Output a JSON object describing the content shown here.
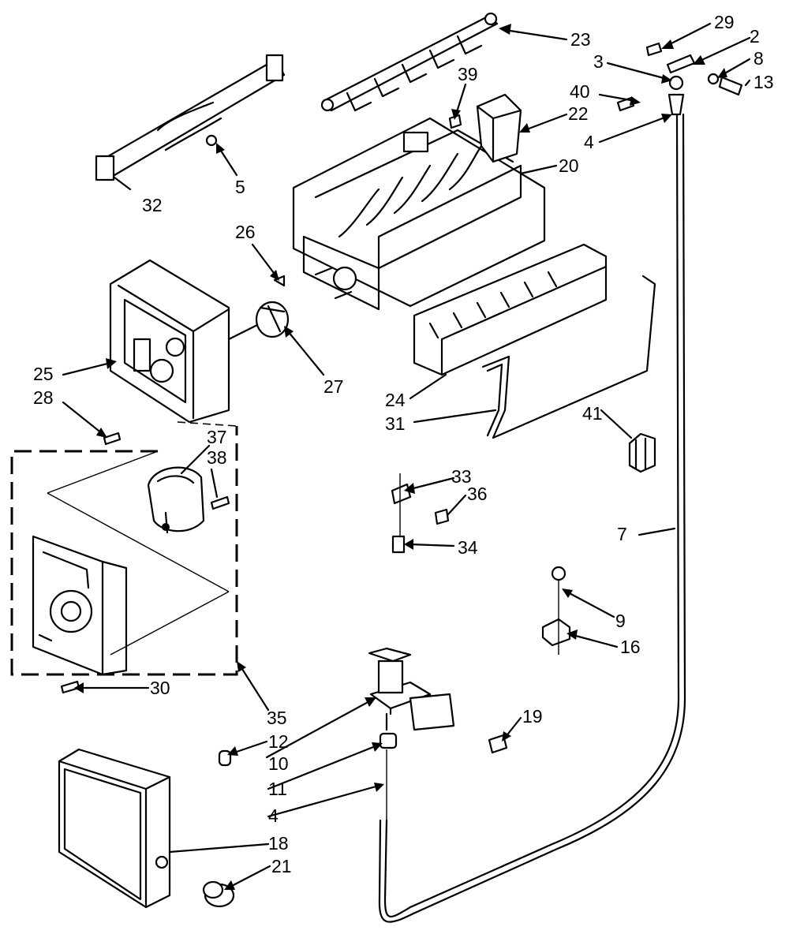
{
  "labels": {
    "l2": "2",
    "l3": "3",
    "l4a": "4",
    "l4b": "4",
    "l5": "5",
    "l7": "7",
    "l8": "8",
    "l9": "9",
    "l10": "10",
    "l11": "11",
    "l12": "12",
    "l13": "13",
    "l16": "16",
    "l18": "18",
    "l19": "19",
    "l20": "20",
    "l21": "21",
    "l22": "22",
    "l23": "23",
    "l24": "24",
    "l25": "25",
    "l26": "26",
    "l27": "27",
    "l28": "28",
    "l29": "29",
    "l30": "30",
    "l31": "31",
    "l32": "32",
    "l33": "33",
    "l34": "34",
    "l35": "35",
    "l36": "36",
    "l37": "37",
    "l38": "38",
    "l39": "39",
    "l40": "40",
    "l41": "41"
  }
}
